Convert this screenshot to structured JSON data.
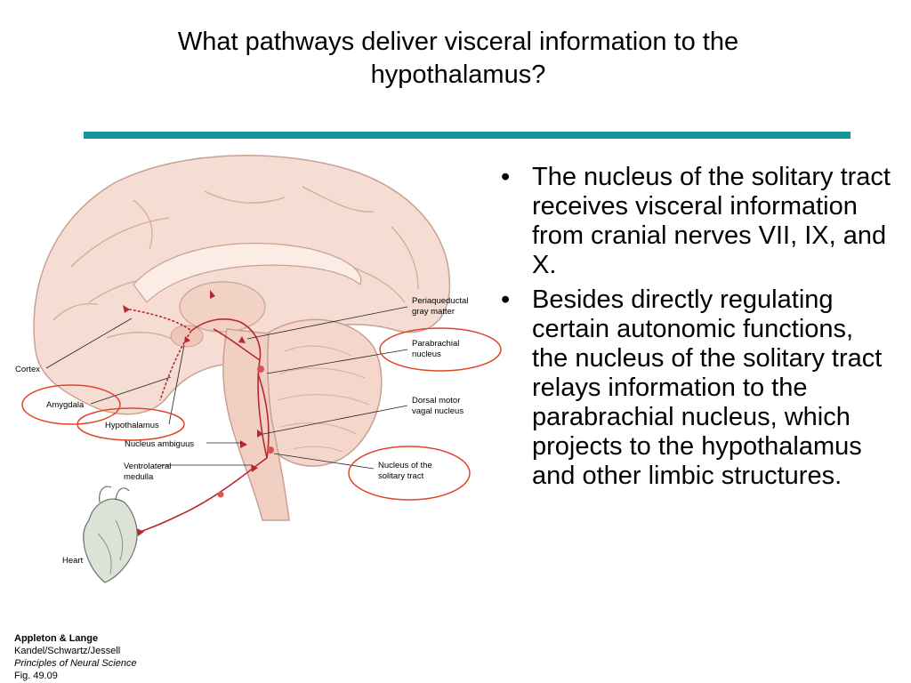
{
  "slide": {
    "title": "What pathways deliver visceral information to the hypothalamus?",
    "accent_color": "#17959a"
  },
  "figure": {
    "labels": {
      "periaqueductal_1": "Periaqueductal",
      "periaqueductal_2": "gray matter",
      "parabrachial_1": "Parabrachial",
      "parabrachial_2": "nucleus",
      "dorsal_motor_1": "Dorsal motor",
      "dorsal_motor_2": "vagal nucleus",
      "solitary_1": "Nucleus of the",
      "solitary_2": "solitary tract",
      "cortex": "Cortex",
      "amygdala": "Amygdala",
      "hypothalamus": "Hypothalamus",
      "ambiguus": "Nucleus ambiguus",
      "ventrolateral_1": "Ventrolateral",
      "ventrolateral_2": "medulla",
      "heart": "Heart"
    },
    "colors": {
      "brain_fill": "#f6ddd3",
      "brain_outline": "#c9a093",
      "pathway": "#b8282e",
      "highlight_circle": "#e0452a",
      "heart_fill": "#dde2d6"
    }
  },
  "bullets": [
    "The nucleus of the solitary tract receives visceral information from cranial nerves VII, IX, and X.",
    "Besides directly regulating certain autonomic functions, the nucleus of the solitary tract relays information to the parabrachial nucleus, which projects to the hypothalamus and other limbic structures."
  ],
  "credits": {
    "publisher": "Appleton & Lange",
    "authors": "Kandel/Schwartz/Jessell",
    "book": "Principles of Neural Science",
    "fig": "Fig. 49.09"
  }
}
